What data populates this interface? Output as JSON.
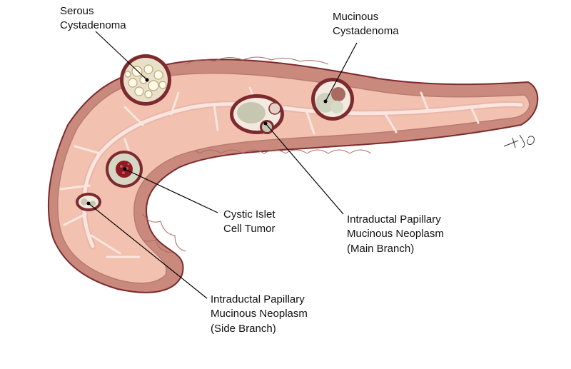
{
  "figure": {
    "labels": {
      "serous": [
        "Serous",
        "Cystadenoma"
      ],
      "mucinous": [
        "Mucinous",
        "Cystadenoma"
      ],
      "islet": [
        "Cystic Islet",
        "Cell Tumor"
      ],
      "ipmn_main": [
        "Intraductal Papillary",
        "Mucinous Neoplasm",
        "(Main Branch)"
      ],
      "ipmn_side": [
        "Intraductal Papillary",
        "Mucinous Neoplasm",
        "(Side Branch)"
      ]
    },
    "colors": {
      "parenchyma": "#f2c1b0",
      "capsule": "#c98a7d",
      "outline": "#7c2a2e",
      "duct": "#fbe6df",
      "lesion_fill": "#c7c7b1",
      "tumor_core": "#8e1a22"
    }
  }
}
